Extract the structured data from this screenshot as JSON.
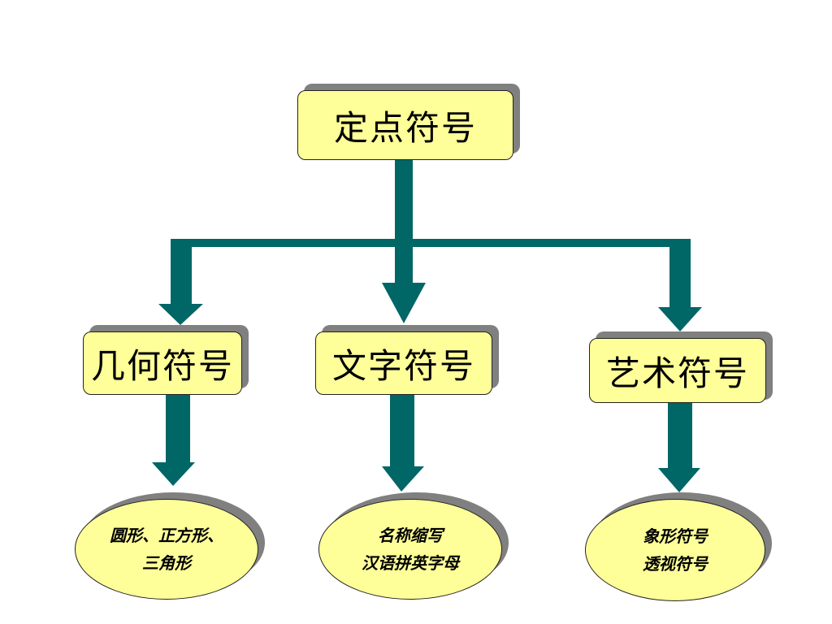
{
  "colors": {
    "box_fill": "#ffff99",
    "arrow": "#006666",
    "shadow": "#808080"
  },
  "root": {
    "label": "定点符号"
  },
  "categories": [
    {
      "label": "几何符号",
      "examples": [
        "圆形、正方形、",
        "三角形"
      ]
    },
    {
      "label": "文字符号",
      "examples": [
        "名称缩写",
        "汉语拼英字母"
      ]
    },
    {
      "label": "艺术符号",
      "examples": [
        "象形符号",
        "透视符号"
      ]
    }
  ]
}
